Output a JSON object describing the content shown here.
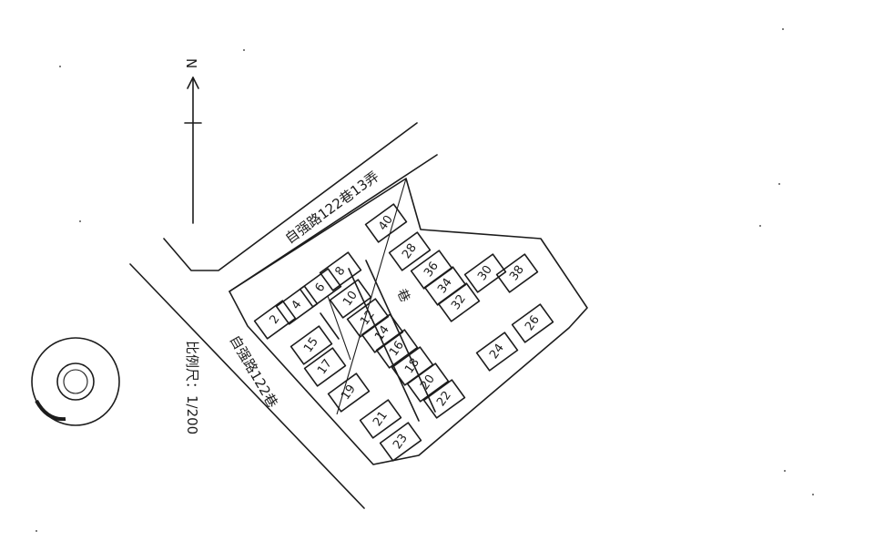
{
  "north_label": "N",
  "road_north": "自强路122巷13弄",
  "road_west": "自强路122巷",
  "aisle_label": "巷",
  "scale_label": "比例尺：1/200",
  "lots": [
    "2",
    "4",
    "6",
    "8",
    "10",
    "12",
    "14",
    "15",
    "16",
    "17",
    "18",
    "19",
    "20",
    "21",
    "22",
    "23",
    "24",
    "26",
    "28",
    "30",
    "32",
    "34",
    "36",
    "38",
    "40"
  ]
}
